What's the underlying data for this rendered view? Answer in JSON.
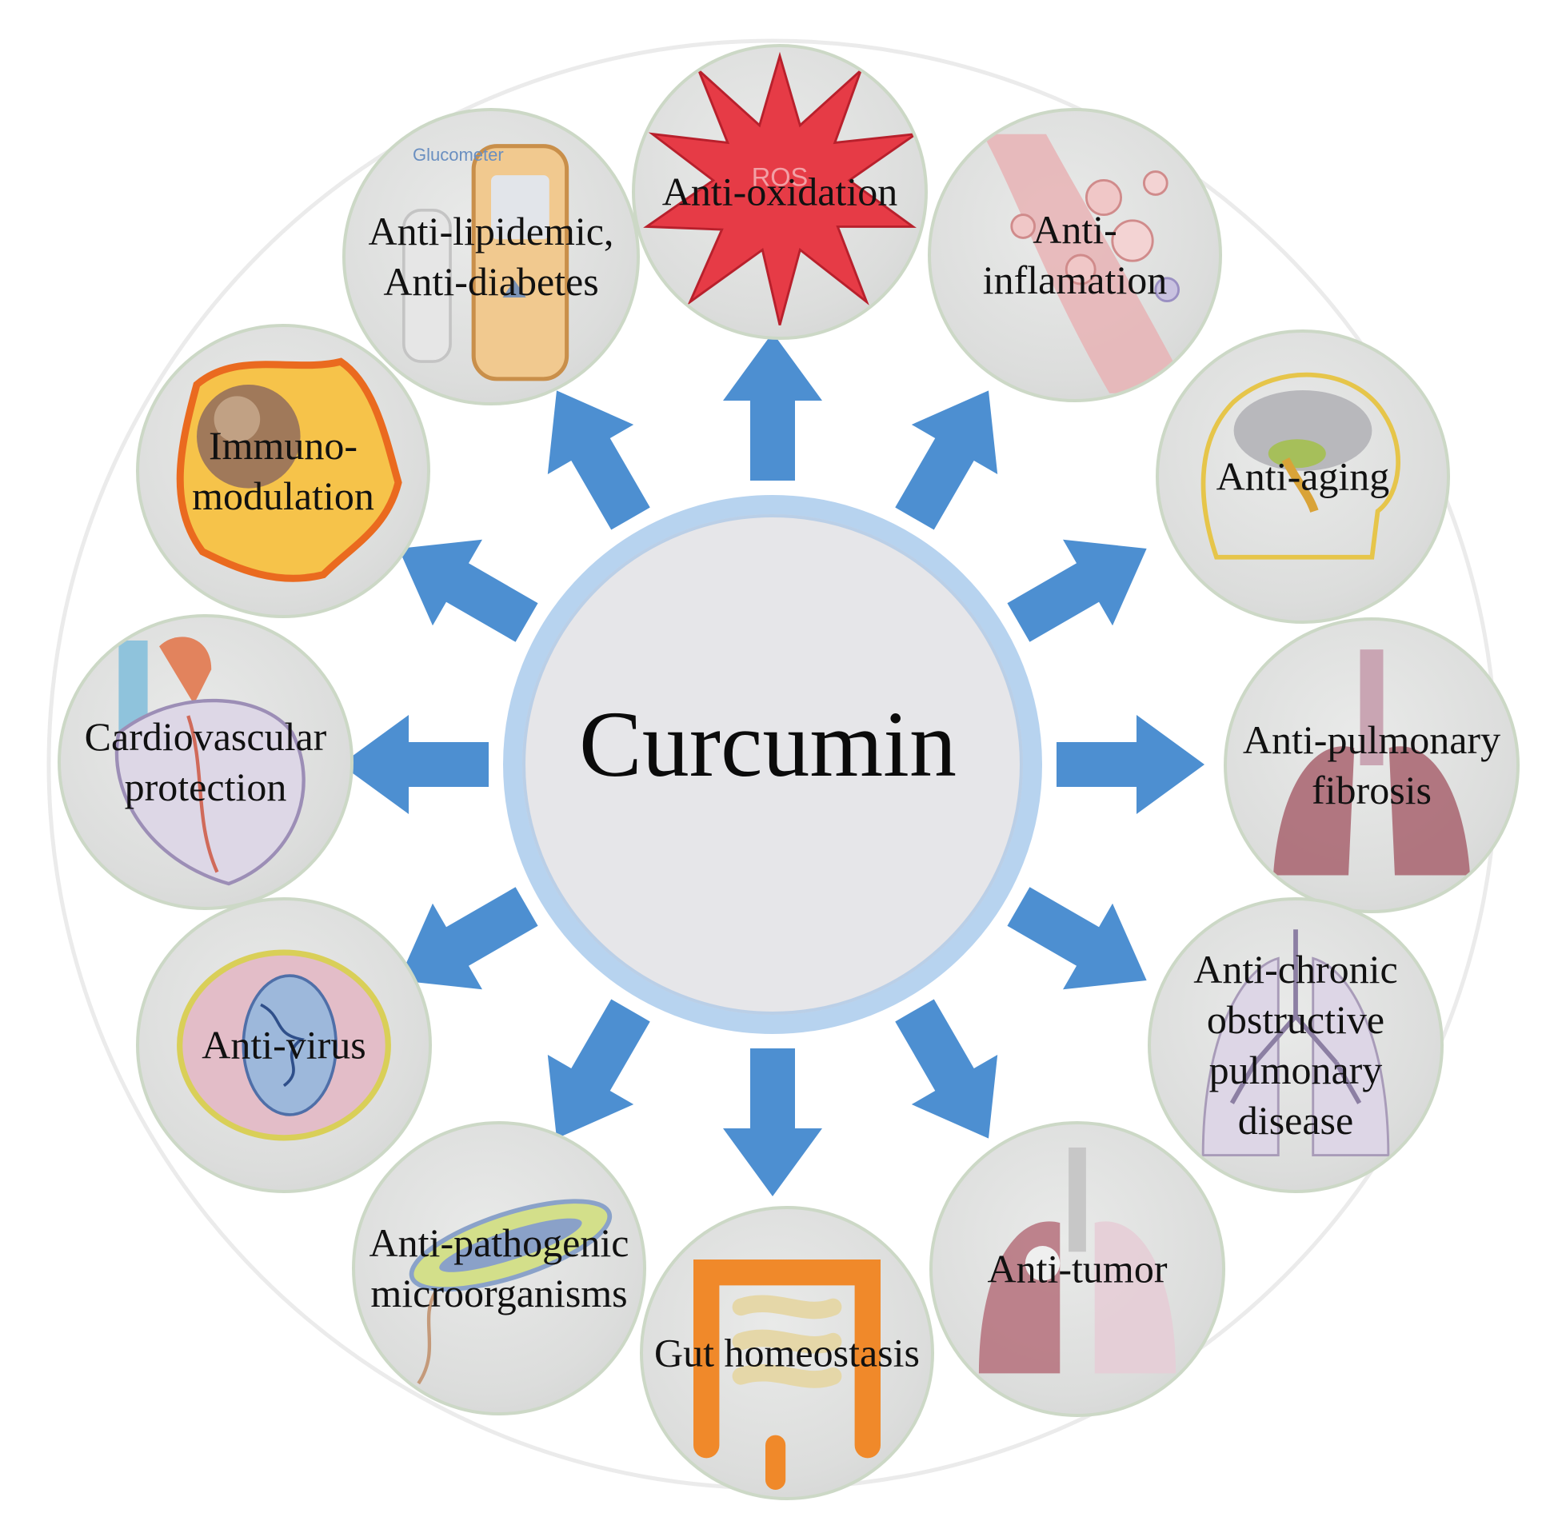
{
  "center": {
    "label": "Curcumin"
  },
  "effects": [
    {
      "id": "anti-oxidation",
      "label": "Anti-oxidation",
      "icon": "burst-icon"
    },
    {
      "id": "anti-inflamation",
      "label": "Anti-\ninflamation",
      "icon": "blood-vessel-icon"
    },
    {
      "id": "anti-aging",
      "label": "Anti-aging",
      "icon": "brain-head-icon"
    },
    {
      "id": "anti-pulmonary-fibrosis",
      "label": "Anti-pulmonary\nfibrosis",
      "icon": "lungs-icon"
    },
    {
      "id": "anti-copd",
      "label": "Anti-chronic\nobstructive\npulmonary\ndisease",
      "icon": "bronchi-icon"
    },
    {
      "id": "anti-tumor",
      "label": "Anti-tumor",
      "icon": "tumor-lungs-icon"
    },
    {
      "id": "gut-homeostasis",
      "label": "Gut homeostasis",
      "icon": "intestine-icon"
    },
    {
      "id": "anti-pathogenic",
      "label": "Anti-pathogenic\nmicroorganisms",
      "icon": "bacterium-icon"
    },
    {
      "id": "anti-virus",
      "label": "Anti-virus",
      "icon": "virus-icon"
    },
    {
      "id": "cardiovascular",
      "label": "Cardiovascular\nprotection",
      "icon": "heart-icon"
    },
    {
      "id": "immunomodulation",
      "label": "Immuno-\nmodulation",
      "icon": "immune-cell-icon"
    },
    {
      "id": "anti-lipidemic-diabetes",
      "label": "Anti-lipidemic,\nAnti-diabetes",
      "icon": "glucometer-icon",
      "note": "Glucometer"
    }
  ],
  "colors": {
    "arrow": "#4d8fd1",
    "center_ring": "#b7d3ef",
    "center_fill": "#e6e6e9",
    "outer_ring": "#ebebeb",
    "bubble_border": "#ccd8c6",
    "text": "#111111"
  }
}
